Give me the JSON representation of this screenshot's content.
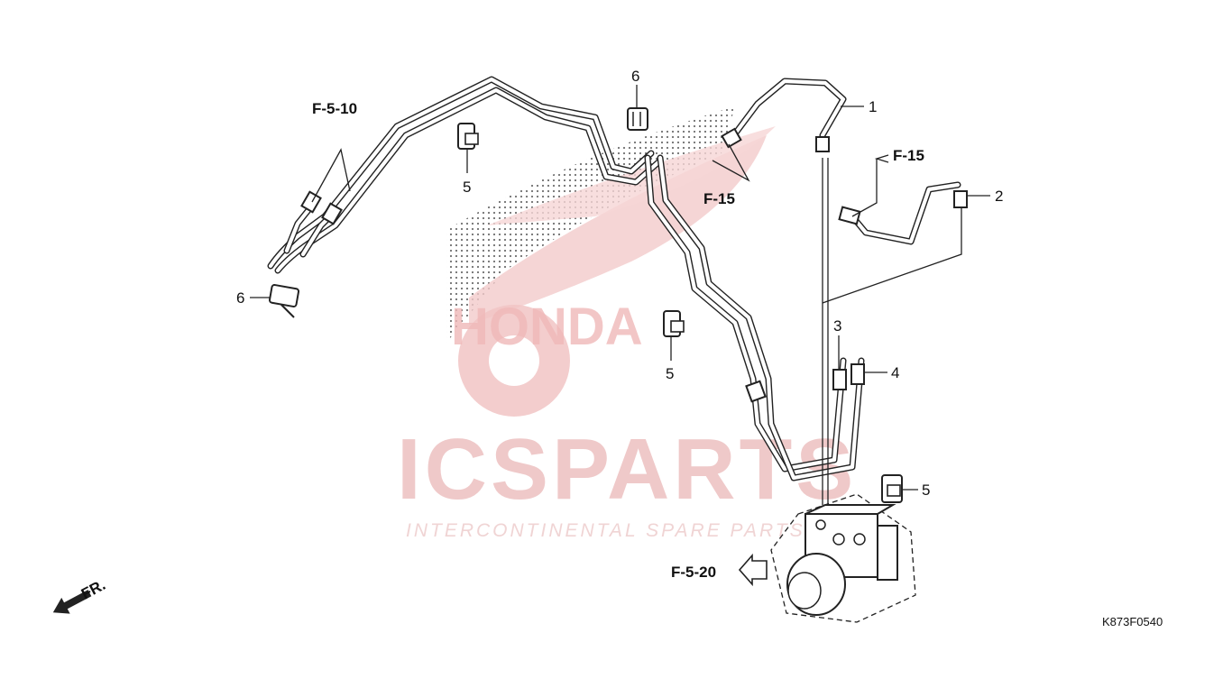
{
  "watermark": {
    "brand": "ICSPARTS",
    "tagline": "INTERCONTINENTAL SPARE PARTS",
    "logo_text": "HONDA"
  },
  "callouts": {
    "part_1": "1",
    "part_2": "2",
    "part_3": "3",
    "part_4": "4",
    "part_5_left": "5",
    "part_5_center": "5",
    "part_5_right": "5",
    "part_6_top": "6",
    "part_6_left": "6"
  },
  "references": {
    "ref_f510": "F-5-10",
    "ref_f15_center": "F-15",
    "ref_f15_right": "F-15",
    "ref_f520": "F-5-20"
  },
  "direction": {
    "label": "FR."
  },
  "diagram_code": "K873F0540",
  "colors": {
    "line": "#222222",
    "watermark": "#efc9c9",
    "dots": "#555555"
  }
}
